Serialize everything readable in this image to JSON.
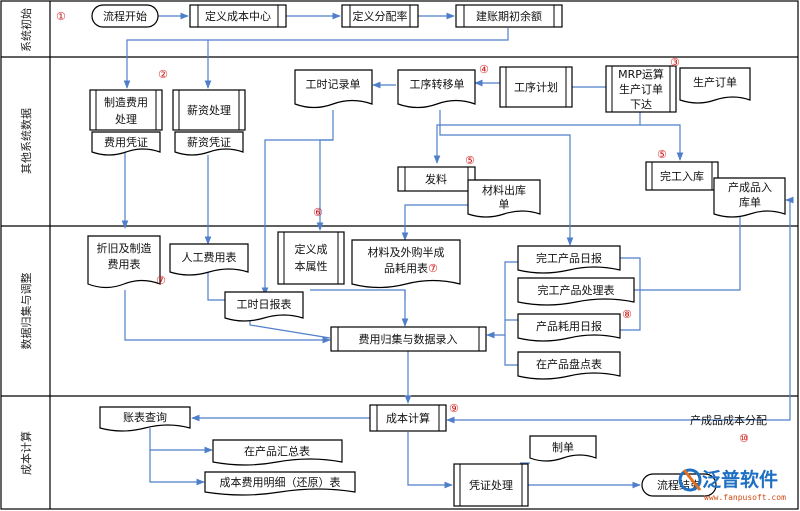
{
  "lanes": [
    {
      "label": "系统初始"
    },
    {
      "label": "其他系统数据"
    },
    {
      "label": "数据归集与调整"
    },
    {
      "label": "成本计算"
    }
  ],
  "nodes": {
    "start": "流程开始",
    "define_cost_center": "定义成本中心",
    "define_allocation_rate": "定义分配率",
    "opening_balance": "建账期初余额",
    "mfg_expense": "制造费用处理",
    "expense_voucher": "费用凭证",
    "payroll": "薪资处理",
    "payroll_voucher": "薪资凭证",
    "time_record": "工时记录单",
    "process_transfer": "工序转移单",
    "process_plan": "工序计划",
    "mrp": "MRP运算生产订单下达",
    "production_order": "生产订单",
    "material_issue": "发料",
    "material_issue_doc": "材料出库单",
    "finish_storage": "完工入库",
    "product_storage_doc": "产成品入库单",
    "depreciation_table": "折旧及制造费用表",
    "labor_cost_table": "人工费用表",
    "work_hour_report": "工时日报表",
    "define_cost_attr": "定义成本属性",
    "material_consumption": "材料及外购半成品耗用表",
    "finished_daily": "完工产品日报",
    "finished_processing": "完工产品处理表",
    "product_consumption_daily": "产品耗用日报",
    "wip_inventory": "在产品盘点表",
    "cost_collection": "费用归集与数据录入",
    "cost_calc": "成本计算",
    "report_query": "账表查询",
    "wip_summary": "在产品汇总表",
    "cost_detail": "成本费用明细（还原）表",
    "voucher_processing": "凭证处理",
    "voucher_make": "制单",
    "end": "流程结束",
    "product_cost_allocation": "产成品成本分配"
  },
  "badges": [
    "①",
    "②",
    "③",
    "④",
    "⑤",
    "⑤",
    "⑥",
    "⑦",
    "⑦",
    "⑧",
    "⑨",
    "⑩"
  ],
  "watermark": {
    "brand": "泛普软件",
    "url": "www.fanpusoft.com"
  },
  "colors": {
    "arrow": "#4f7fc9",
    "border": "#000000",
    "badge": "#d01010",
    "brand": "#1f6fc2"
  }
}
